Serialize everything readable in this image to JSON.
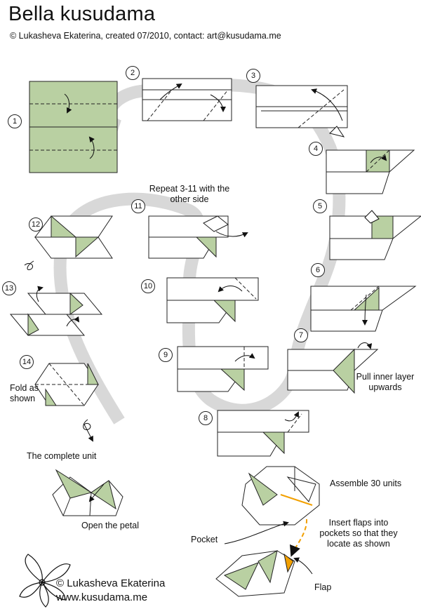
{
  "title": "Bella kusudama",
  "subtitle": "© Lukasheva Ekaterina, created 07/2010, contact: art@kusudama.me",
  "steps": [
    "1",
    "2",
    "3",
    "4",
    "5",
    "6",
    "7",
    "8",
    "9",
    "10",
    "11",
    "12",
    "13",
    "14"
  ],
  "annotations": {
    "repeat": "Repeat 3-11 with the other side",
    "pull": "Pull inner layer upwards",
    "fold": "Fold as shown",
    "complete": "The complete unit",
    "open": "Open the petal",
    "assemble": "Assemble 30 units",
    "insert": "Insert flaps into pockets so that they locate as shown",
    "pocket": "Pocket",
    "flap": "Flap"
  },
  "footer": {
    "author": "© Lukasheva Ekaterina",
    "site": "www.kusudama.me"
  },
  "colors": {
    "paper_green": "#b9d0a2",
    "path_gray": "#d8d8d8",
    "flap_orange": "#f2a000"
  }
}
